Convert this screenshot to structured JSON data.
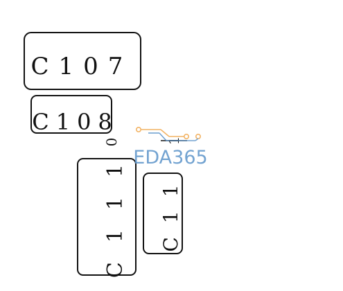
{
  "components": [
    {
      "id": "c107",
      "label": "C107"
    },
    {
      "id": "c108",
      "label": "C108"
    },
    {
      "id": "c110_partial",
      "label": "0"
    },
    {
      "id": "c111",
      "label": "C111"
    },
    {
      "id": "c11_right",
      "label": "C11"
    },
    {
      "id": "partial_top_right",
      "label": "1"
    }
  ],
  "watermark": {
    "text": "EDA365",
    "color": "#5b93c9",
    "accent_color": "#f0a64a"
  },
  "colors": {
    "outline": "#111111",
    "background": "#ffffff"
  }
}
